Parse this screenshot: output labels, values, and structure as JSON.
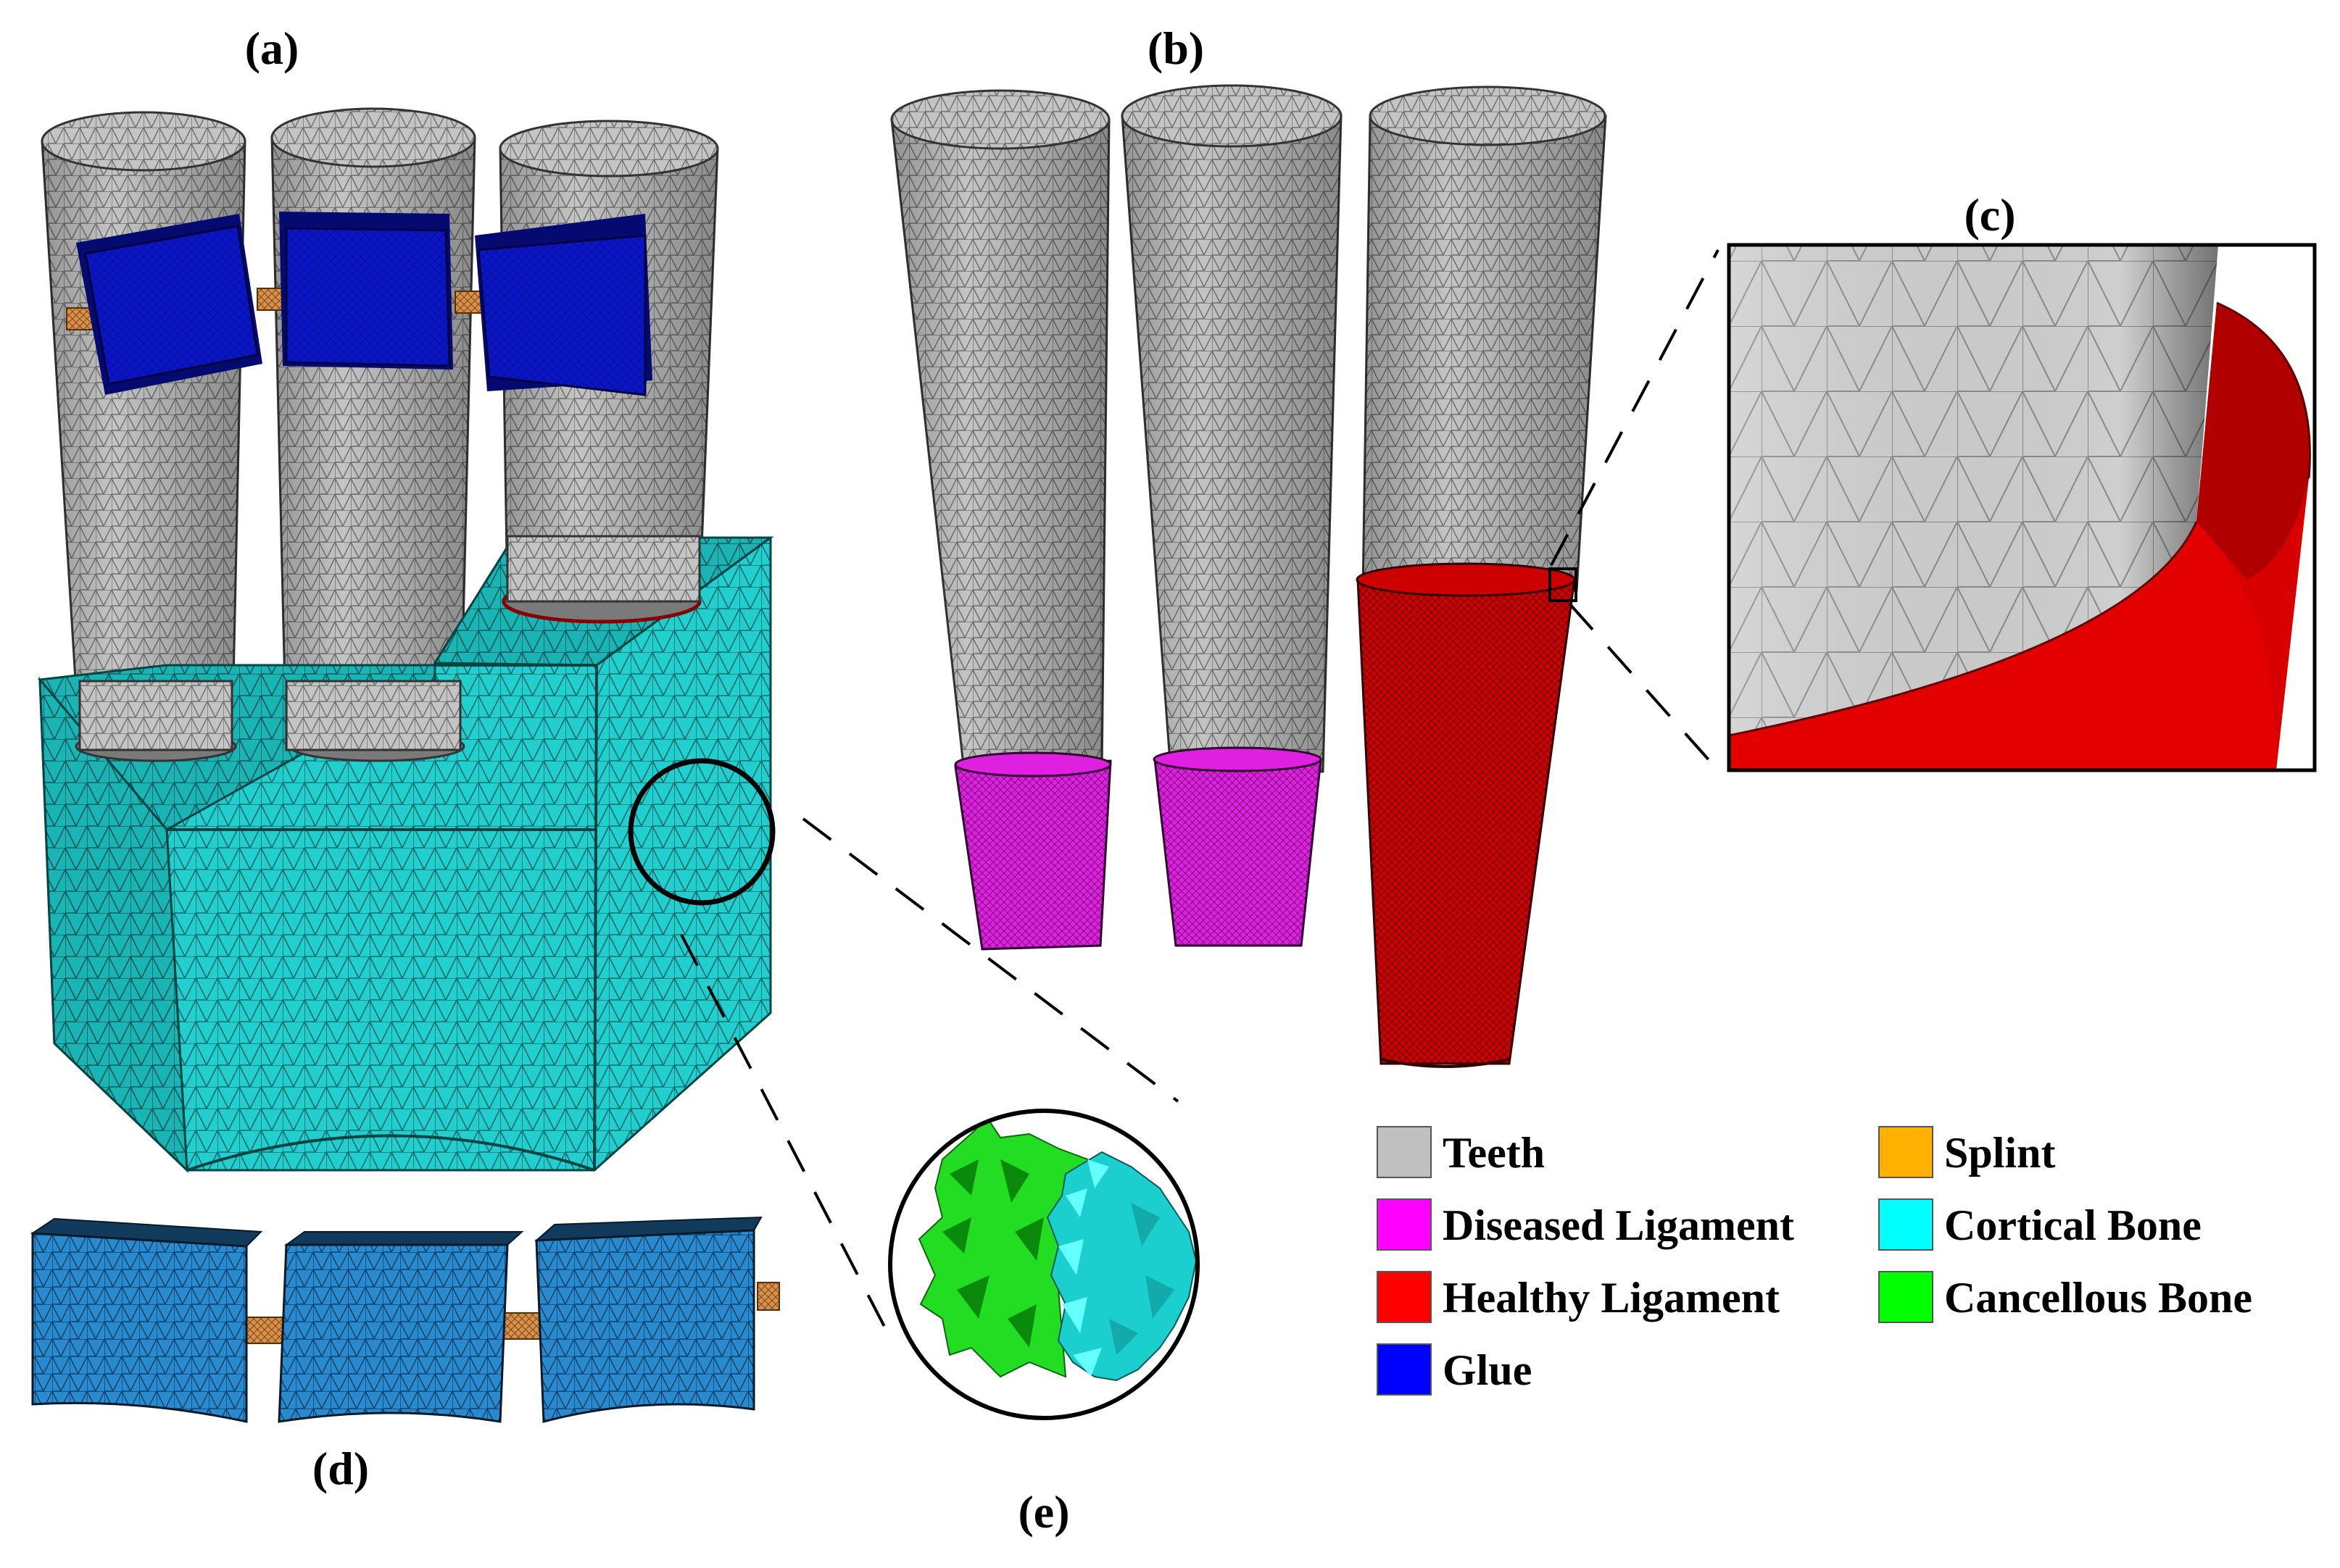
{
  "panels": {
    "a": "(a)",
    "b": "(b)",
    "c": "(c)",
    "d": "(d)",
    "e": "(e)"
  },
  "legend": [
    {
      "label": "Teeth",
      "color": "#c0c0c0"
    },
    {
      "label": "Diseased Ligament",
      "color": "#ff00ff"
    },
    {
      "label": "Healthy Ligament",
      "color": "#ff0000"
    },
    {
      "label": "Glue",
      "color": "#0000ff"
    },
    {
      "label": "Splint",
      "color": "#ffb000"
    },
    {
      "label": "Cortical Bone",
      "color": "#00ffff"
    },
    {
      "label": "Cancellous Bone",
      "color": "#00ff00"
    }
  ],
  "colors": {
    "teeth": "#bfbfbf",
    "glue": "#0a14c8",
    "splint": "#d9904a",
    "cortical_bone": "#1ccfd0",
    "diseased_ligament": "#e020e0",
    "healthy_ligament": "#d00000",
    "cancellous_bone": "#22dd22",
    "glue_mesh": "#2a8ad0"
  }
}
